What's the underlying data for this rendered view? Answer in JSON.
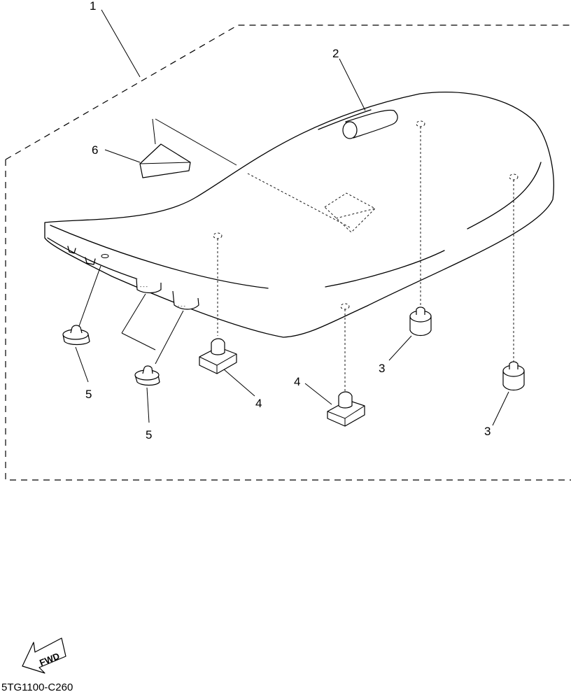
{
  "callouts": {
    "c1": "1",
    "c2": "2",
    "c3a": "3",
    "c3b": "3",
    "c4a": "4",
    "c4b": "4",
    "c5a": "5",
    "c5b": "5",
    "c6": "6"
  },
  "fwd_label": "FWD",
  "diagram_code": "5TG1100-C260"
}
